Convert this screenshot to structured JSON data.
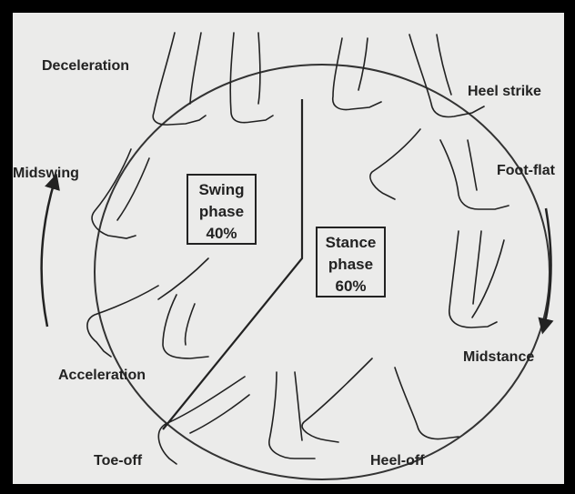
{
  "phases": {
    "swing": {
      "line1": "Swing",
      "line2": "phase",
      "percent": "40%"
    },
    "stance": {
      "line1": "Stance",
      "line2": "phase",
      "percent": "60%"
    }
  },
  "labels": {
    "deceleration": "Deceleration",
    "midswing": "Midswing",
    "acceleration": "Acceleration",
    "toe_off": "Toe-off",
    "heel_off": "Heel-off",
    "midstance": "Midstance",
    "foot_flat": "Foot-flat",
    "heel_strike": "Heel strike"
  }
}
